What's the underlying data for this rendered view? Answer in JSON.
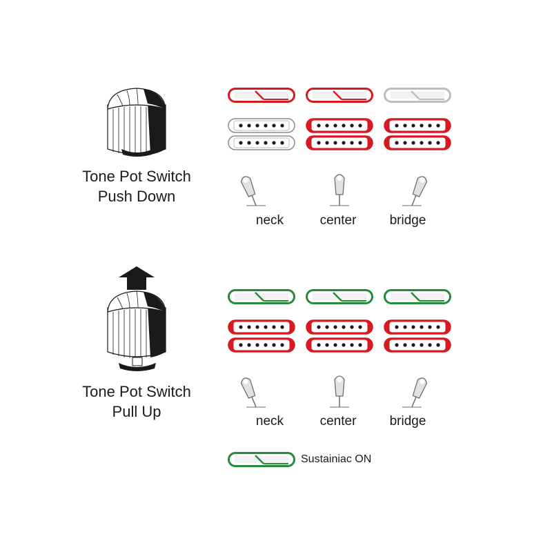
{
  "colors": {
    "on": "#d71920",
    "off": "#bdbdbd",
    "sustainiac": "#238b3a",
    "ink": "#1a1a1a"
  },
  "sections": [
    {
      "knob_title": "Tone Pot Switch",
      "knob_subtitle": "Push Down",
      "knob_icon": "knob-pushed-icon",
      "positions": [
        {
          "label": "neck",
          "bar": "on",
          "coil_top": "off",
          "coil_bottom": "off",
          "lever": "neck"
        },
        {
          "label": "center",
          "bar": "on",
          "coil_top": "on",
          "coil_bottom": "on",
          "lever": "center"
        },
        {
          "label": "bridge",
          "bar": "off",
          "coil_top": "on",
          "coil_bottom": "on",
          "lever": "bridge"
        }
      ]
    },
    {
      "knob_title": "Tone Pot Switch",
      "knob_subtitle": "Pull Up",
      "knob_icon": "knob-pulled-icon",
      "arrow_icon": "up-arrow-icon",
      "positions": [
        {
          "label": "neck",
          "bar": "sustainiac",
          "coil_top": "on",
          "coil_bottom": "on",
          "lever": "neck"
        },
        {
          "label": "center",
          "bar": "sustainiac",
          "coil_top": "on",
          "coil_bottom": "on",
          "lever": "center"
        },
        {
          "label": "bridge",
          "bar": "sustainiac",
          "coil_top": "on",
          "coil_bottom": "on",
          "lever": "bridge"
        }
      ]
    }
  ],
  "legend": {
    "label": "Sustainiac ON",
    "bar": "sustainiac"
  }
}
